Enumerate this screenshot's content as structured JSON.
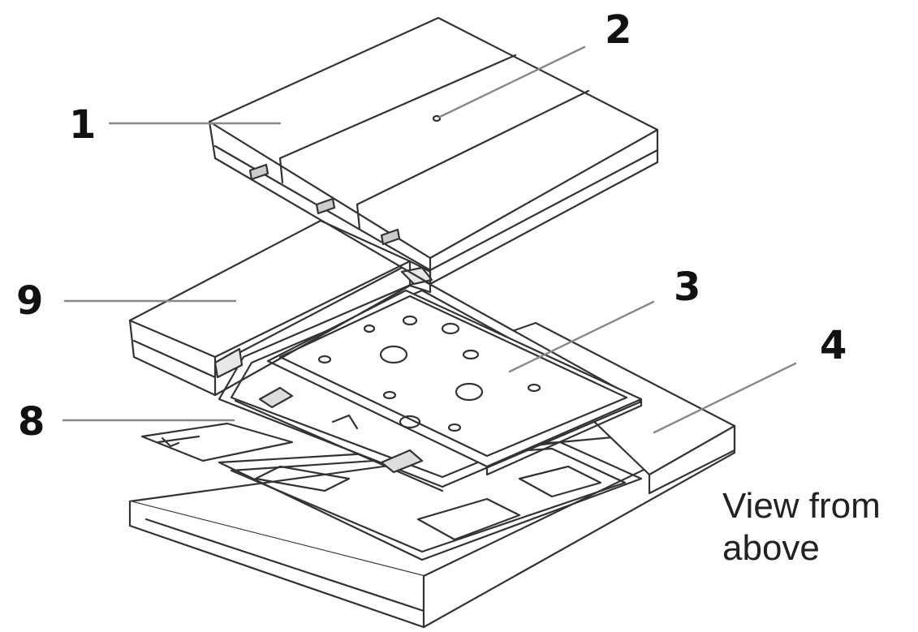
{
  "callouts": [
    {
      "id": "1",
      "label": "1"
    },
    {
      "id": "2",
      "label": "2"
    },
    {
      "id": "3",
      "label": "3"
    },
    {
      "id": "4",
      "label": "4"
    },
    {
      "id": "8",
      "label": "8"
    },
    {
      "id": "9",
      "label": "9"
    }
  ],
  "caption": {
    "line1": "View from",
    "line2": "above"
  },
  "colors": {
    "outline": "#333333",
    "leader": "#888888",
    "fill": "#ffffff",
    "shade": "#e8e8e8"
  }
}
